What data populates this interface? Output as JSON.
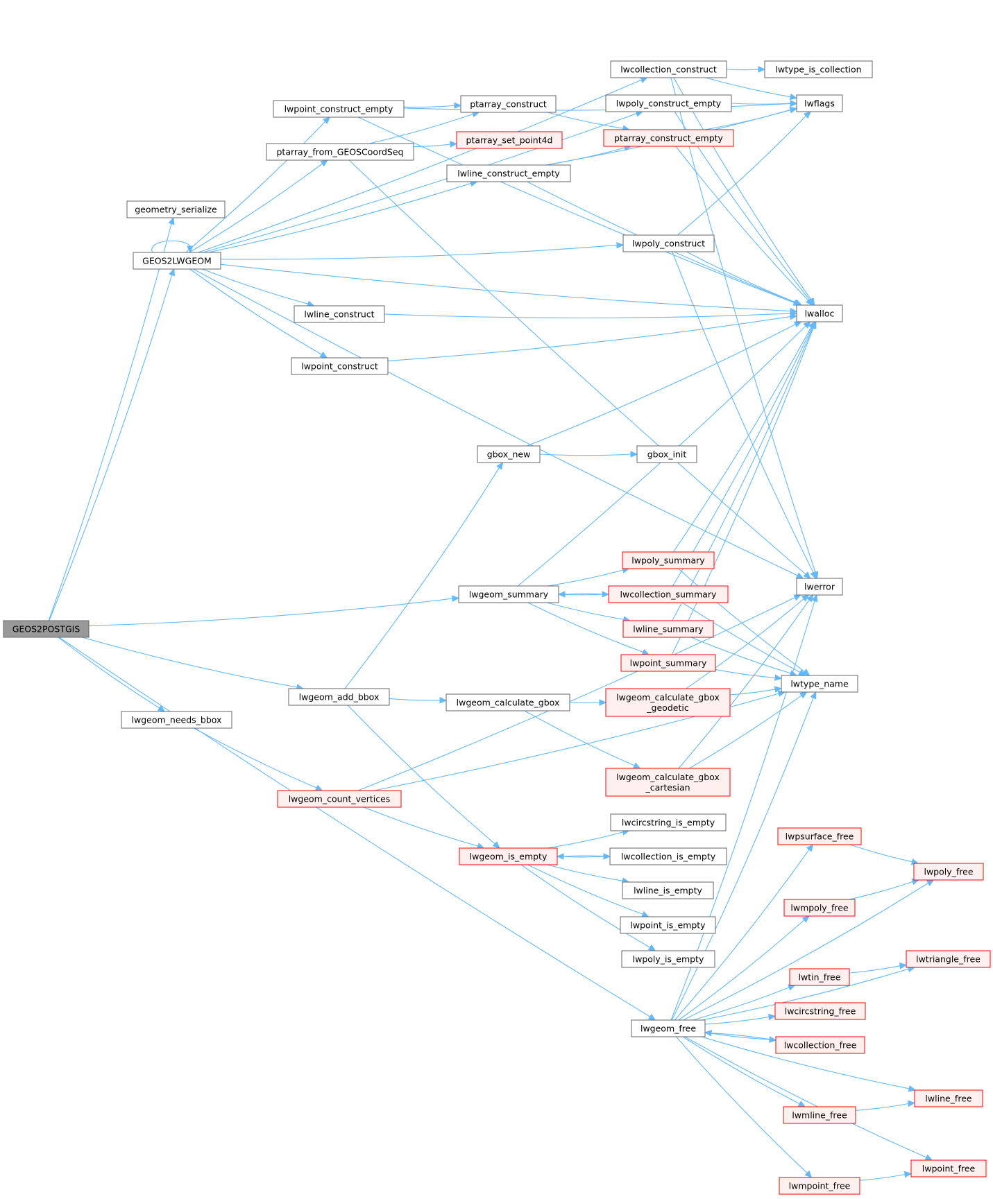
{
  "diagram": {
    "colors": {
      "edge": "#63b8ff",
      "node_border": "#666666",
      "red_border": "#ff0000",
      "red_fill": "#fff0f0",
      "root_fill": "#999999"
    },
    "nodes": [
      {
        "id": "GEOS2POSTGIS",
        "label": [
          "GEOS2POSTGIS"
        ],
        "style": "root"
      },
      {
        "id": "geometry_serialize",
        "label": [
          "geometry_serialize"
        ],
        "style": "normal"
      },
      {
        "id": "GEOS2LWGEOM",
        "label": [
          "GEOS2LWGEOM"
        ],
        "style": "normal"
      },
      {
        "id": "lwpoint_construct_empty",
        "label": [
          "lwpoint_construct_empty"
        ],
        "style": "normal"
      },
      {
        "id": "ptarray_from_GEOSCoordSeq",
        "label": [
          "ptarray_from_GEOSCoordSeq"
        ],
        "style": "normal"
      },
      {
        "id": "ptarray_construct",
        "label": [
          "ptarray_construct"
        ],
        "style": "normal"
      },
      {
        "id": "ptarray_set_point4d",
        "label": [
          "ptarray_set_point4d"
        ],
        "style": "red"
      },
      {
        "id": "lwline_construct_empty",
        "label": [
          "lwline_construct_empty"
        ],
        "style": "normal"
      },
      {
        "id": "lwcollection_construct",
        "label": [
          "lwcollection_construct"
        ],
        "style": "normal"
      },
      {
        "id": "lwpoly_construct_empty",
        "label": [
          "lwpoly_construct_empty"
        ],
        "style": "normal"
      },
      {
        "id": "ptarray_construct_empty",
        "label": [
          "ptarray_construct_empty"
        ],
        "style": "red"
      },
      {
        "id": "lwtype_is_collection",
        "label": [
          "lwtype_is_collection"
        ],
        "style": "normal"
      },
      {
        "id": "lwflags",
        "label": [
          "lwflags"
        ],
        "style": "normal"
      },
      {
        "id": "lwpoly_construct",
        "label": [
          "lwpoly_construct"
        ],
        "style": "normal"
      },
      {
        "id": "lwline_construct",
        "label": [
          "lwline_construct"
        ],
        "style": "normal"
      },
      {
        "id": "lwpoint_construct",
        "label": [
          "lwpoint_construct"
        ],
        "style": "normal"
      },
      {
        "id": "lwalloc",
        "label": [
          "lwalloc"
        ],
        "style": "normal"
      },
      {
        "id": "gbox_new",
        "label": [
          "gbox_new"
        ],
        "style": "normal"
      },
      {
        "id": "gbox_init",
        "label": [
          "gbox_init"
        ],
        "style": "normal"
      },
      {
        "id": "lwgeom_summary",
        "label": [
          "lwgeom_summary"
        ],
        "style": "normal"
      },
      {
        "id": "lwpoly_summary",
        "label": [
          "lwpoly_summary"
        ],
        "style": "red"
      },
      {
        "id": "lwcollection_summary",
        "label": [
          "lwcollection_summary"
        ],
        "style": "red"
      },
      {
        "id": "lwline_summary",
        "label": [
          "lwline_summary"
        ],
        "style": "red"
      },
      {
        "id": "lwpoint_summary",
        "label": [
          "lwpoint_summary"
        ],
        "style": "red"
      },
      {
        "id": "lwerror",
        "label": [
          "lwerror"
        ],
        "style": "normal"
      },
      {
        "id": "lwtype_name",
        "label": [
          "lwtype_name"
        ],
        "style": "normal"
      },
      {
        "id": "lwgeom_add_bbox",
        "label": [
          "lwgeom_add_bbox"
        ],
        "style": "normal"
      },
      {
        "id": "lwgeom_calculate_gbox",
        "label": [
          "lwgeom_calculate_gbox"
        ],
        "style": "normal"
      },
      {
        "id": "lwgeom_calculate_gbox_geodetic",
        "label": [
          "lwgeom_calculate_gbox",
          "_geodetic"
        ],
        "style": "red"
      },
      {
        "id": "lwgeom_calculate_gbox_cartesian",
        "label": [
          "lwgeom_calculate_gbox",
          "_cartesian"
        ],
        "style": "red"
      },
      {
        "id": "lwgeom_needs_bbox",
        "label": [
          "lwgeom_needs_bbox"
        ],
        "style": "normal"
      },
      {
        "id": "lwgeom_count_vertices",
        "label": [
          "lwgeom_count_vertices"
        ],
        "style": "red"
      },
      {
        "id": "lwcircstring_is_empty",
        "label": [
          "lwcircstring_is_empty"
        ],
        "style": "normal"
      },
      {
        "id": "lwgeom_is_empty",
        "label": [
          "lwgeom_is_empty"
        ],
        "style": "red"
      },
      {
        "id": "lwcollection_is_empty",
        "label": [
          "lwcollection_is_empty"
        ],
        "style": "normal"
      },
      {
        "id": "lwline_is_empty",
        "label": [
          "lwline_is_empty"
        ],
        "style": "normal"
      },
      {
        "id": "lwpoint_is_empty",
        "label": [
          "lwpoint_is_empty"
        ],
        "style": "normal"
      },
      {
        "id": "lwpoly_is_empty",
        "label": [
          "lwpoly_is_empty"
        ],
        "style": "normal"
      },
      {
        "id": "lwpsurface_free",
        "label": [
          "lwpsurface_free"
        ],
        "style": "red"
      },
      {
        "id": "lwpoly_free",
        "label": [
          "lwpoly_free"
        ],
        "style": "red"
      },
      {
        "id": "lwmpoly_free",
        "label": [
          "lwmpoly_free"
        ],
        "style": "red"
      },
      {
        "id": "lwtriangle_free",
        "label": [
          "lwtriangle_free"
        ],
        "style": "red"
      },
      {
        "id": "lwtin_free",
        "label": [
          "lwtin_free"
        ],
        "style": "red"
      },
      {
        "id": "lwcircstring_free",
        "label": [
          "lwcircstring_free"
        ],
        "style": "red"
      },
      {
        "id": "lwgeom_free",
        "label": [
          "lwgeom_free"
        ],
        "style": "normal"
      },
      {
        "id": "lwcollection_free",
        "label": [
          "lwcollection_free"
        ],
        "style": "red"
      },
      {
        "id": "lwline_free",
        "label": [
          "lwline_free"
        ],
        "style": "red"
      },
      {
        "id": "lwmline_free",
        "label": [
          "lwmline_free"
        ],
        "style": "red"
      },
      {
        "id": "lwpoint_free",
        "label": [
          "lwpoint_free"
        ],
        "style": "red"
      },
      {
        "id": "lwmpoint_free",
        "label": [
          "lwmpoint_free"
        ],
        "style": "red"
      }
    ],
    "edges": [
      [
        "GEOS2POSTGIS",
        "geometry_serialize"
      ],
      [
        "GEOS2POSTGIS",
        "GEOS2LWGEOM"
      ],
      [
        "GEOS2POSTGIS",
        "lwgeom_summary"
      ],
      [
        "GEOS2POSTGIS",
        "lwgeom_add_bbox"
      ],
      [
        "GEOS2POSTGIS",
        "lwgeom_needs_bbox"
      ],
      [
        "GEOS2POSTGIS",
        "lwgeom_free"
      ],
      [
        "GEOS2LWGEOM",
        "GEOS2LWGEOM"
      ],
      [
        "GEOS2LWGEOM",
        "lwpoint_construct_empty"
      ],
      [
        "GEOS2LWGEOM",
        "ptarray_from_GEOSCoordSeq"
      ],
      [
        "GEOS2LWGEOM",
        "lwcollection_construct"
      ],
      [
        "GEOS2LWGEOM",
        "lwpoly_construct_empty"
      ],
      [
        "GEOS2LWGEOM",
        "lwline_construct_empty"
      ],
      [
        "GEOS2LWGEOM",
        "lwpoly_construct"
      ],
      [
        "GEOS2LWGEOM",
        "lwline_construct"
      ],
      [
        "GEOS2LWGEOM",
        "lwpoint_construct"
      ],
      [
        "GEOS2LWGEOM",
        "lwalloc"
      ],
      [
        "GEOS2LWGEOM",
        "lwerror"
      ],
      [
        "lwpoint_construct_empty",
        "ptarray_construct"
      ],
      [
        "lwpoint_construct_empty",
        "lwflags"
      ],
      [
        "lwpoint_construct_empty",
        "lwalloc"
      ],
      [
        "ptarray_from_GEOSCoordSeq",
        "ptarray_construct"
      ],
      [
        "ptarray_from_GEOSCoordSeq",
        "ptarray_set_point4d"
      ],
      [
        "ptarray_from_GEOSCoordSeq",
        "lwerror"
      ],
      [
        "ptarray_construct",
        "ptarray_construct_empty"
      ],
      [
        "lwline_construct_empty",
        "ptarray_construct_empty"
      ],
      [
        "lwline_construct_empty",
        "lwflags"
      ],
      [
        "lwline_construct_empty",
        "lwalloc"
      ],
      [
        "lwcollection_construct",
        "lwtype_is_collection"
      ],
      [
        "lwcollection_construct",
        "lwflags"
      ],
      [
        "lwcollection_construct",
        "lwalloc"
      ],
      [
        "lwcollection_construct",
        "lwerror"
      ],
      [
        "lwpoly_construct_empty",
        "lwflags"
      ],
      [
        "lwpoly_construct_empty",
        "lwalloc"
      ],
      [
        "ptarray_construct_empty",
        "lwflags"
      ],
      [
        "ptarray_construct_empty",
        "lwalloc"
      ],
      [
        "lwpoly_construct",
        "lwflags"
      ],
      [
        "lwpoly_construct",
        "lwalloc"
      ],
      [
        "lwpoly_construct",
        "lwerror"
      ],
      [
        "lwline_construct",
        "lwalloc"
      ],
      [
        "lwpoint_construct",
        "lwalloc"
      ],
      [
        "gbox_new",
        "lwalloc"
      ],
      [
        "gbox_new",
        "gbox_init"
      ],
      [
        "lwgeom_summary",
        "lwalloc"
      ],
      [
        "lwgeom_summary",
        "lwpoly_summary"
      ],
      [
        "lwgeom_summary",
        "lwcollection_summary"
      ],
      [
        "lwgeom_summary",
        "lwline_summary"
      ],
      [
        "lwgeom_summary",
        "lwpoint_summary"
      ],
      [
        "lwpoly_summary",
        "lwalloc"
      ],
      [
        "lwpoly_summary",
        "lwtype_name"
      ],
      [
        "lwcollection_summary",
        "lwgeom_summary"
      ],
      [
        "lwcollection_summary",
        "lwalloc"
      ],
      [
        "lwcollection_summary",
        "lwtype_name"
      ],
      [
        "lwline_summary",
        "lwalloc"
      ],
      [
        "lwline_summary",
        "lwtype_name"
      ],
      [
        "lwpoint_summary",
        "lwalloc"
      ],
      [
        "lwpoint_summary",
        "lwtype_name"
      ],
      [
        "lwgeom_add_bbox",
        "gbox_new"
      ],
      [
        "lwgeom_add_bbox",
        "lwgeom_calculate_gbox"
      ],
      [
        "lwgeom_add_bbox",
        "lwgeom_is_empty"
      ],
      [
        "lwgeom_calculate_gbox",
        "lwgeom_calculate_gbox_geodetic"
      ],
      [
        "lwgeom_calculate_gbox",
        "lwgeom_calculate_gbox_cartesian"
      ],
      [
        "lwgeom_calculate_gbox_geodetic",
        "lwerror"
      ],
      [
        "lwgeom_calculate_gbox_geodetic",
        "lwtype_name"
      ],
      [
        "lwgeom_calculate_gbox_cartesian",
        "lwerror"
      ],
      [
        "lwgeom_calculate_gbox_cartesian",
        "lwtype_name"
      ],
      [
        "lwgeom_needs_bbox",
        "lwgeom_count_vertices"
      ],
      [
        "lwgeom_count_vertices",
        "lwerror"
      ],
      [
        "lwgeom_count_vertices",
        "lwgeom_is_empty"
      ],
      [
        "lwgeom_count_vertices",
        "lwtype_name"
      ],
      [
        "lwgeom_is_empty",
        "lwcircstring_is_empty"
      ],
      [
        "lwgeom_is_empty",
        "lwcollection_is_empty"
      ],
      [
        "lwcollection_is_empty",
        "lwgeom_is_empty"
      ],
      [
        "lwgeom_is_empty",
        "lwline_is_empty"
      ],
      [
        "lwgeom_is_empty",
        "lwpoint_is_empty"
      ],
      [
        "lwgeom_is_empty",
        "lwpoly_is_empty"
      ],
      [
        "lwpsurface_free",
        "lwpoly_free"
      ],
      [
        "lwmpoly_free",
        "lwpoly_free"
      ],
      [
        "lwtin_free",
        "lwtriangle_free"
      ],
      [
        "lwgeom_free",
        "lwpsurface_free"
      ],
      [
        "lwgeom_free",
        "lwpoly_free"
      ],
      [
        "lwgeom_free",
        "lwmpoly_free"
      ],
      [
        "lwgeom_free",
        "lwtriangle_free"
      ],
      [
        "lwgeom_free",
        "lwtin_free"
      ],
      [
        "lwgeom_free",
        "lwcircstring_free"
      ],
      [
        "lwgeom_free",
        "lwcollection_free"
      ],
      [
        "lwcollection_free",
        "lwgeom_free"
      ],
      [
        "lwgeom_free",
        "lwline_free"
      ],
      [
        "lwgeom_free",
        "lwmline_free"
      ],
      [
        "lwgeom_free",
        "lwpoint_free"
      ],
      [
        "lwgeom_free",
        "lwmpoint_free"
      ],
      [
        "lwgeom_free",
        "lwerror"
      ],
      [
        "lwgeom_free",
        "lwtype_name"
      ],
      [
        "lwmline_free",
        "lwline_free"
      ],
      [
        "lwmpoint_free",
        "lwpoint_free"
      ]
    ]
  }
}
